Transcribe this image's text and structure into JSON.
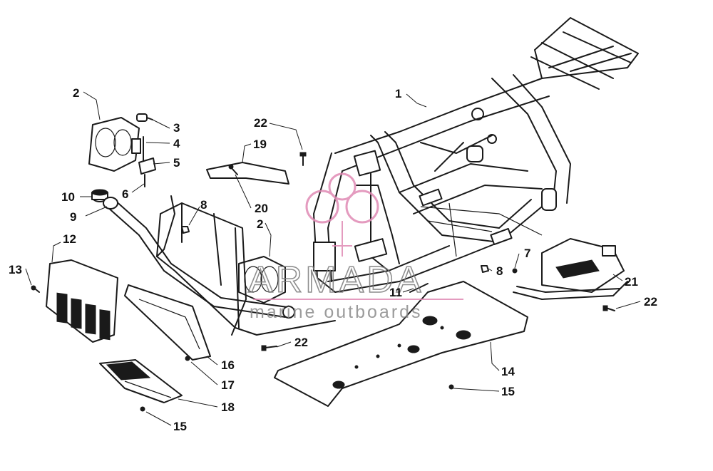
{
  "callouts": [
    {
      "label": "1"
    },
    {
      "label": "2"
    },
    {
      "label": "2"
    },
    {
      "label": "3"
    },
    {
      "label": "4"
    },
    {
      "label": "5"
    },
    {
      "label": "6"
    },
    {
      "label": "7"
    },
    {
      "label": "8"
    },
    {
      "label": "8"
    },
    {
      "label": "9"
    },
    {
      "label": "10"
    },
    {
      "label": "11"
    },
    {
      "label": "12"
    },
    {
      "label": "13"
    },
    {
      "label": "14"
    },
    {
      "label": "15"
    },
    {
      "label": "15"
    },
    {
      "label": "16"
    },
    {
      "label": "17"
    },
    {
      "label": "18"
    },
    {
      "label": "19"
    },
    {
      "label": "20"
    },
    {
      "label": "21"
    },
    {
      "label": "22"
    },
    {
      "label": "22"
    },
    {
      "label": "22"
    }
  ],
  "watermark": {
    "brand": "ARMADA",
    "tagline": "marine outboards",
    "logo_color": "#e08ab4",
    "text_color": "#7b7b7b"
  }
}
